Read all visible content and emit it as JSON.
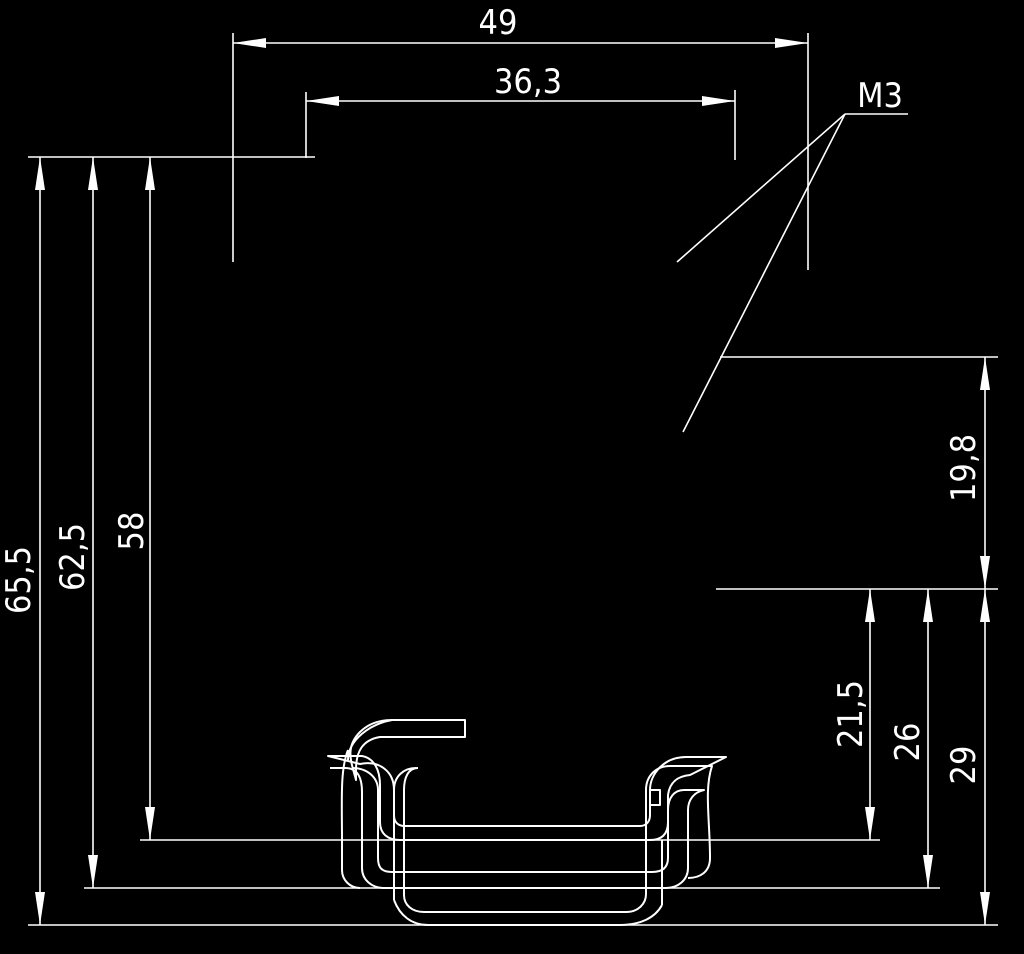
{
  "drawing": {
    "background": "#000000",
    "line_color": "#ffffff"
  },
  "dimensions": {
    "top_width": "49",
    "inner_width": "36,3",
    "thread_label": "M3",
    "right_upper": "19,8",
    "right_a": "21,5",
    "right_b": "26",
    "right_c": "29",
    "left_a": "65,5",
    "left_b": "62,5",
    "left_c": "58"
  }
}
